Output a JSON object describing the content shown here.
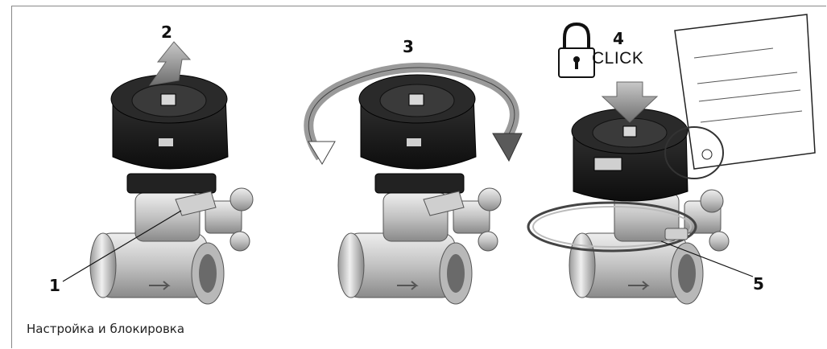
{
  "figure": {
    "steps": [
      {
        "id": "1",
        "label": "1"
      },
      {
        "id": "2",
        "label": "2"
      },
      {
        "id": "3",
        "label": "3"
      },
      {
        "id": "4",
        "label": "4"
      },
      {
        "id": "5",
        "label": "5"
      }
    ],
    "click_label": "CLICK",
    "caption": "Настройка и блокировка"
  },
  "colors": {
    "handle": "#1a1a1a",
    "body_metal": "#c9c9c9",
    "arrow_gray": "#8c8c8c",
    "frame_line": "#888888"
  }
}
